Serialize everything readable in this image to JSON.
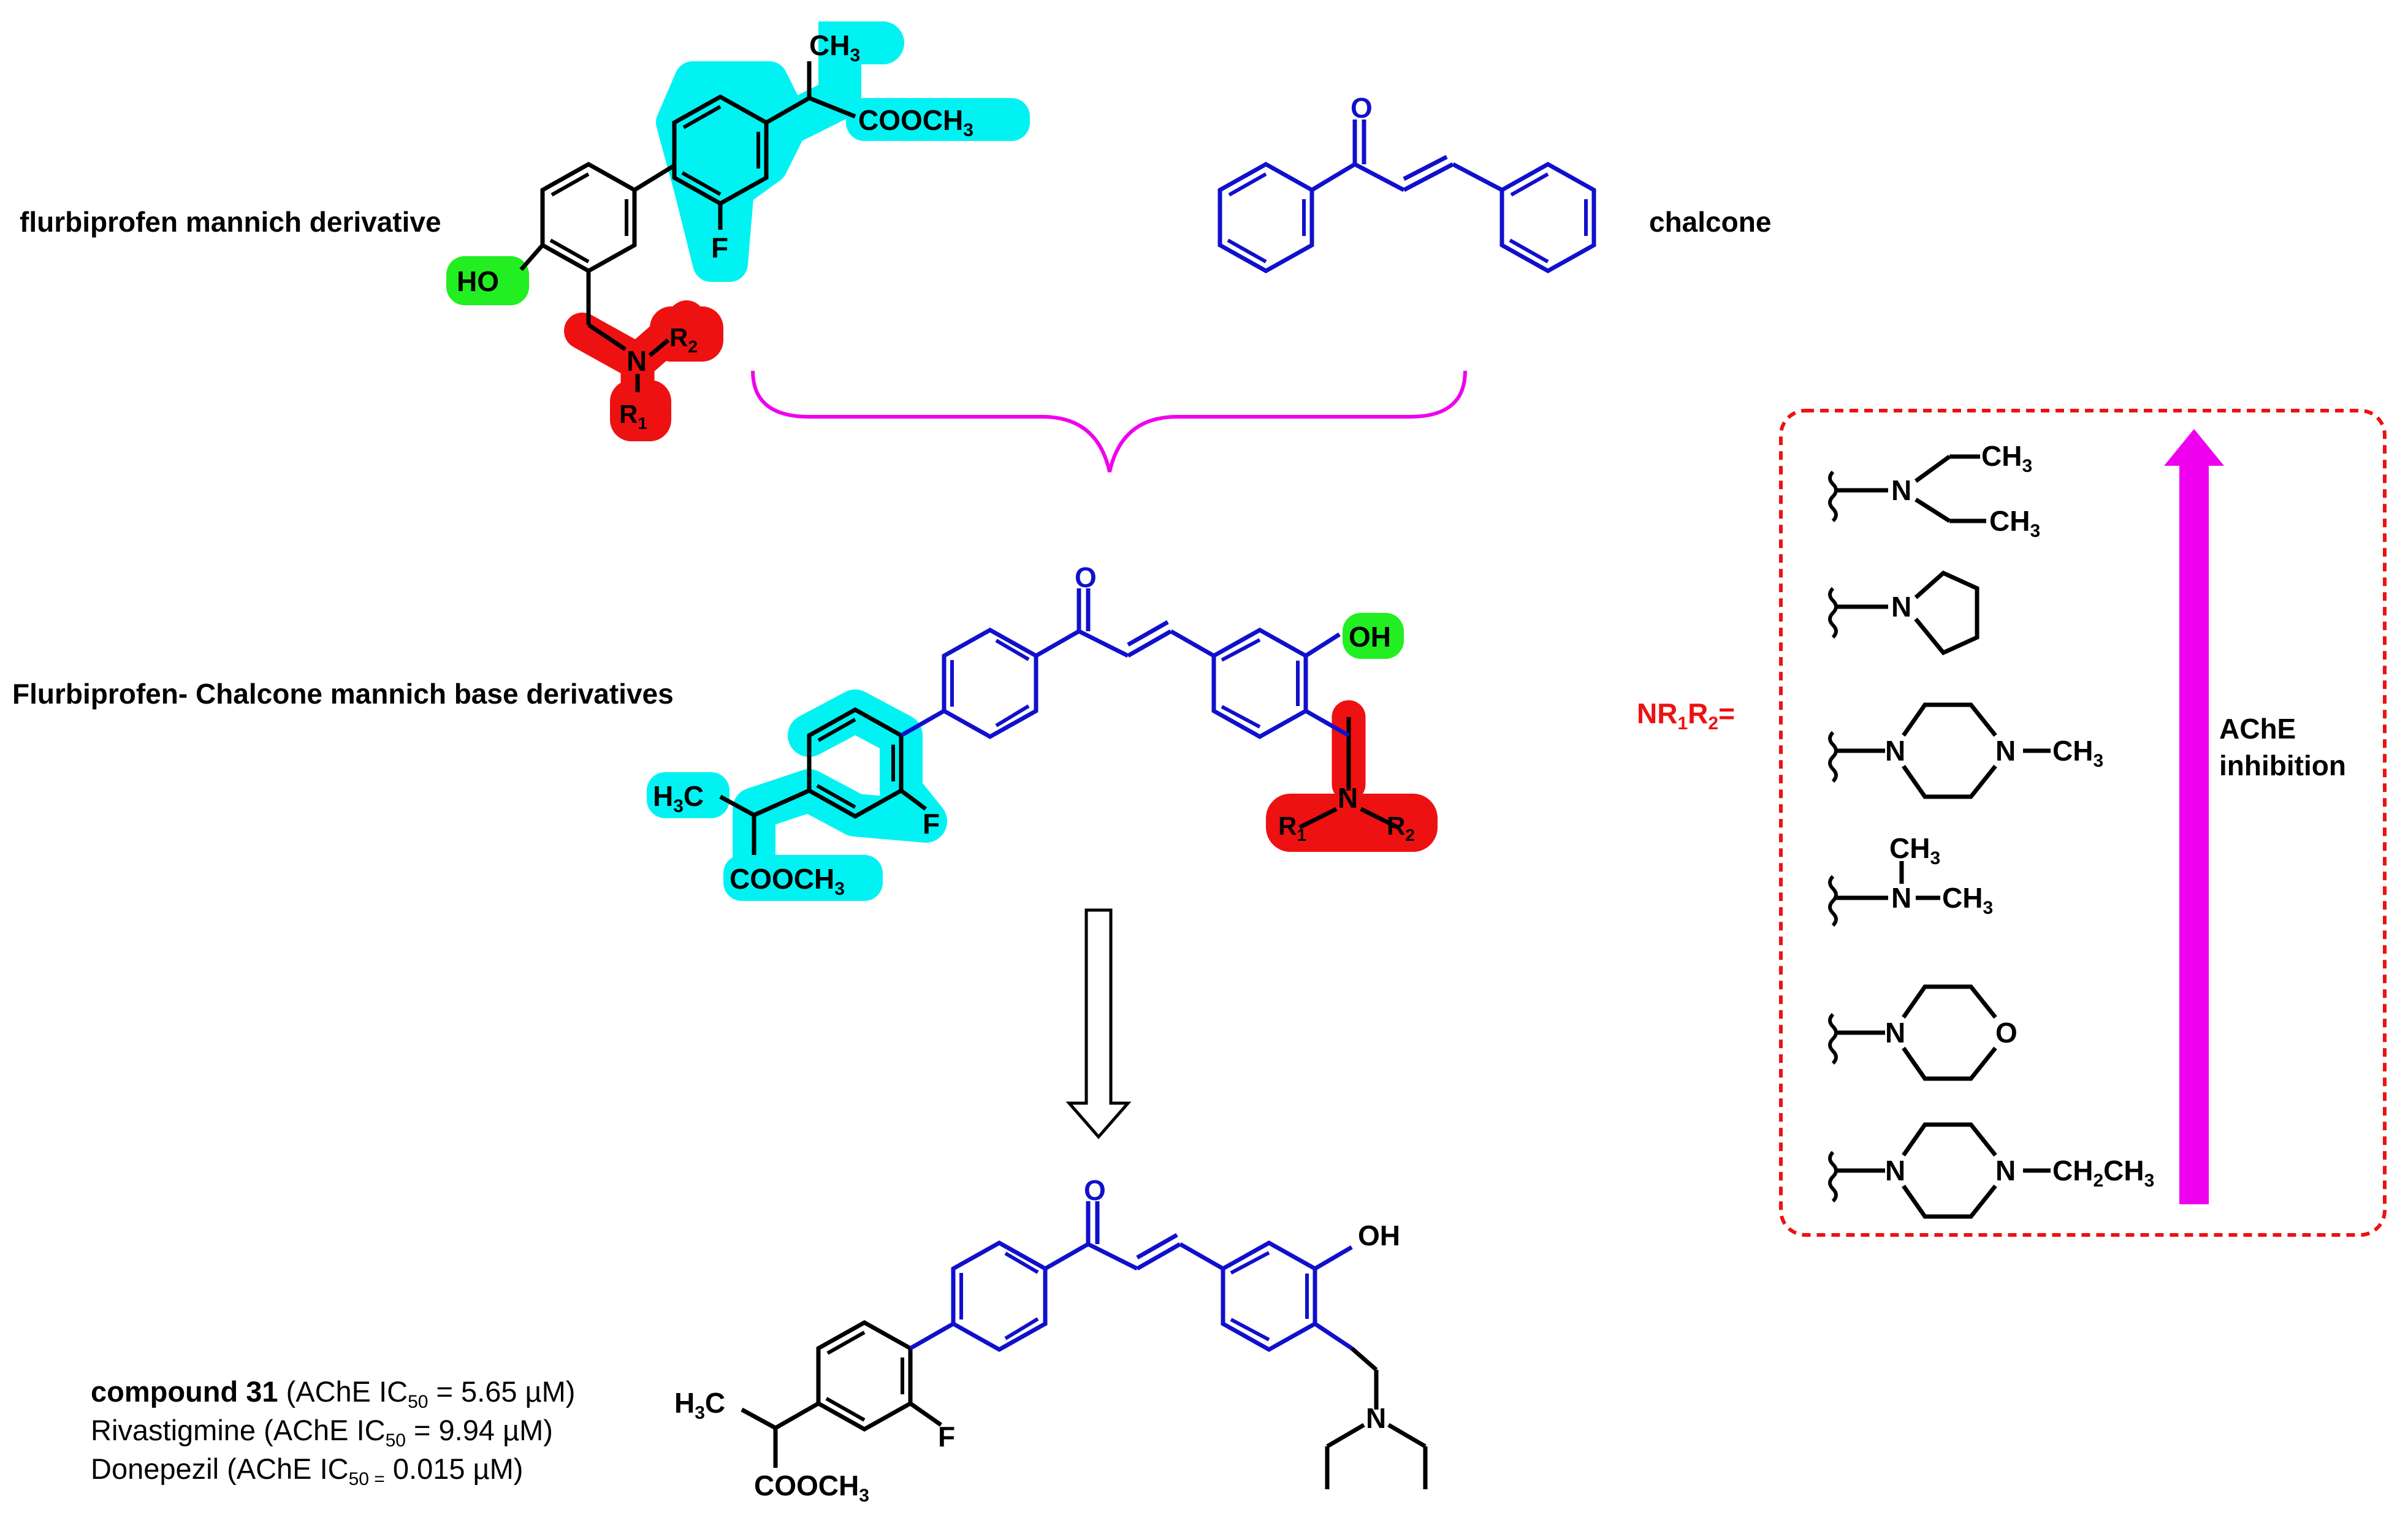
{
  "labels": {
    "flurbiprofen": "flurbiprofen mannich derivative",
    "chalcone": "chalcone",
    "hybrid": "Flurbiprofen- Chalcone  mannich base derivatives",
    "nr_prefix": "NR",
    "nr_sub1": "1",
    "nr_mid": "R",
    "nr_sub2": "2",
    "nr_eq": "=",
    "ache_line1": "AChE",
    "ache_line2": "inhibition"
  },
  "atoms": {
    "ch3": "CH",
    "ch3_sub": "3",
    "h3c_h": "H",
    "h3c_c": "C",
    "cooch3": "COOCH",
    "f": "F",
    "ho": "HO",
    "oh": "OH",
    "o": "O",
    "n": "N",
    "r": "R",
    "r_sub1": "1",
    "r_sub2": "2",
    "ch2ch3": "CH₂CH",
    "ch2": "CH",
    "ch2_sub": "2"
  },
  "compounds": [
    {
      "name": "compound 31",
      "prefix": " (AChE IC",
      "sub": "50",
      "value": " = 5.65 µM)"
    },
    {
      "name": "Rivastigmine",
      "prefix": " (AChE IC",
      "sub": "50",
      "value": " = 9.94 µM)"
    },
    {
      "name": "Donepezil",
      "prefix": " (AChE IC",
      "sub": "50 =",
      "value": " 0.015 µM)"
    }
  ],
  "colors": {
    "chalcone": "#1010cc",
    "cyan": "#00f2f2",
    "green": "#22ee22",
    "red": "#ee1111",
    "magenta": "#ee00ee",
    "dashed_box": "#ee1111"
  }
}
